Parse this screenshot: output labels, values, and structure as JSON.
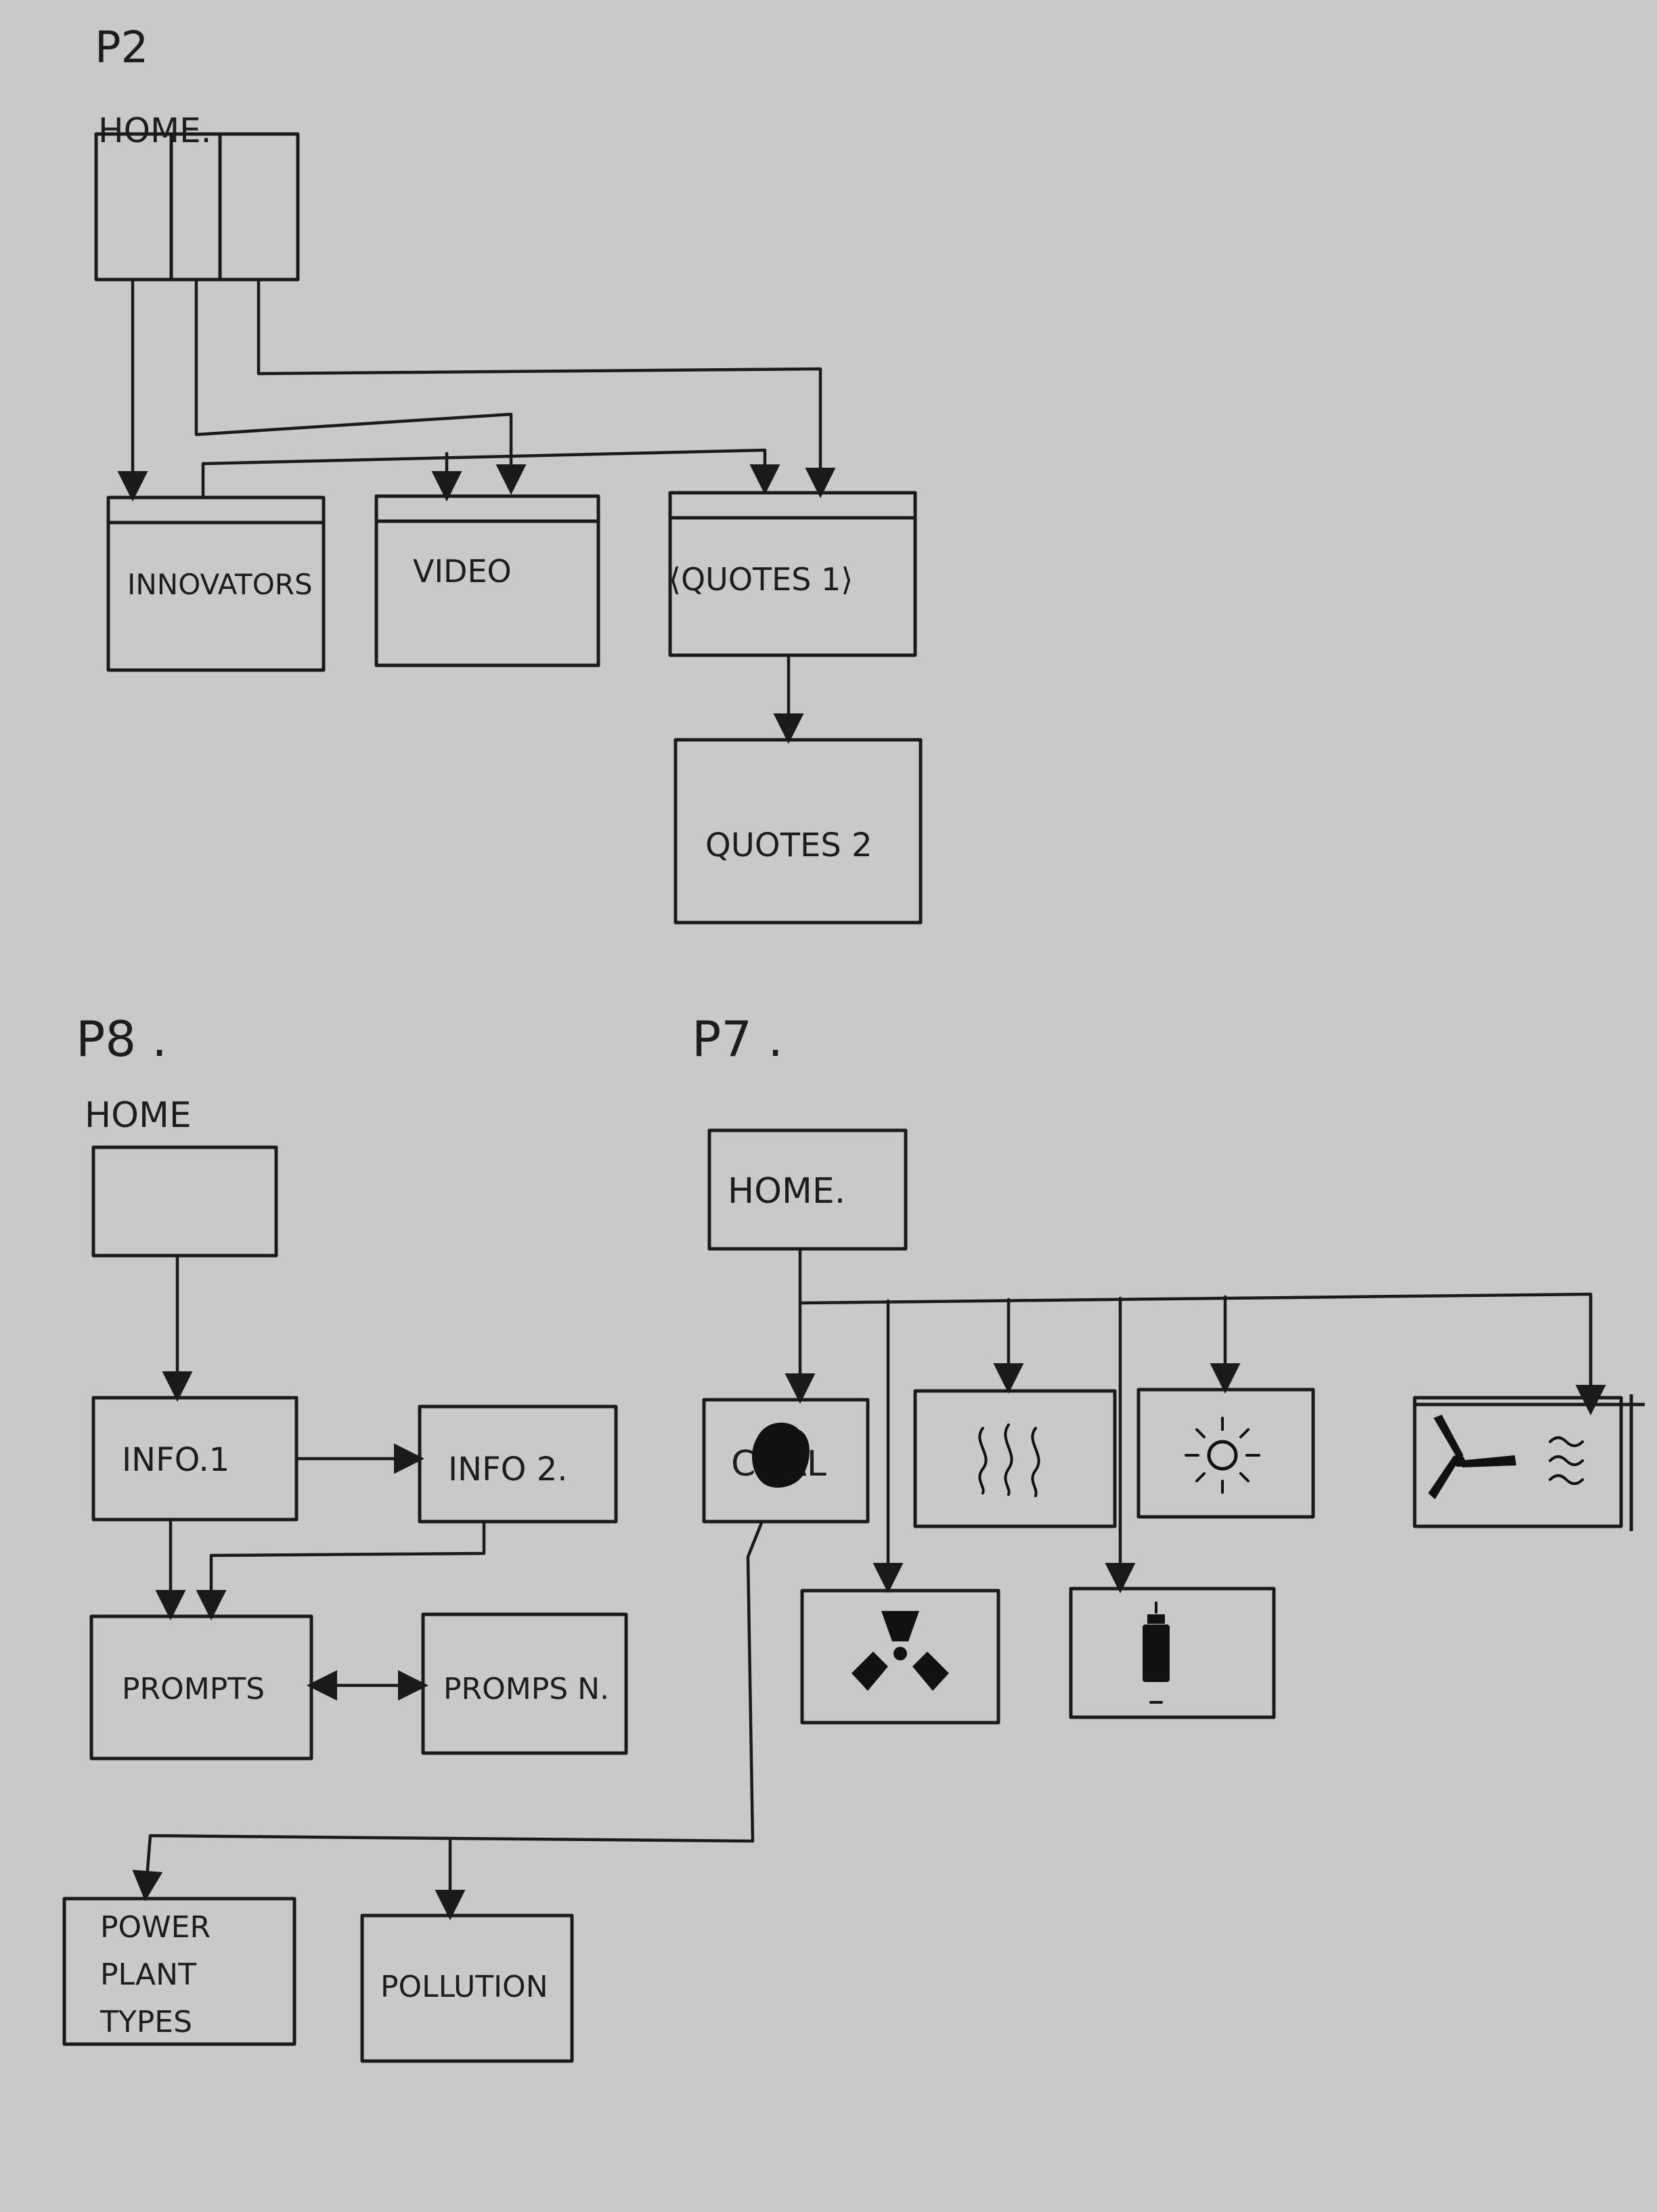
{
  "sections": {
    "p2": {
      "label": "P2",
      "home_label": "HOME.",
      "innovators": "INNOVATORS",
      "video": "VIDEO",
      "quotes1": "⟨QUOTES 1⟩",
      "quotes2": "QUOTES 2"
    },
    "p8": {
      "label": "P8 .",
      "home_label": "HOME",
      "info1": "INFO.1",
      "info2": "INFO 2.",
      "prompts": "PROMPTS",
      "prompts_n": "PROMPS N.",
      "power_plant_types": [
        "POWER",
        "PLANT",
        "TYPES"
      ],
      "pollution": "POLLUTION"
    },
    "p7": {
      "label": "P7 .",
      "home": "HOME.",
      "coal": "COAL",
      "icons": [
        "coal-lump-icon",
        "steam-icon",
        "sun-icon",
        "wind-turbine-icon",
        "waves-icon",
        "radiation-icon",
        "oil-barrel-icon"
      ]
    }
  }
}
